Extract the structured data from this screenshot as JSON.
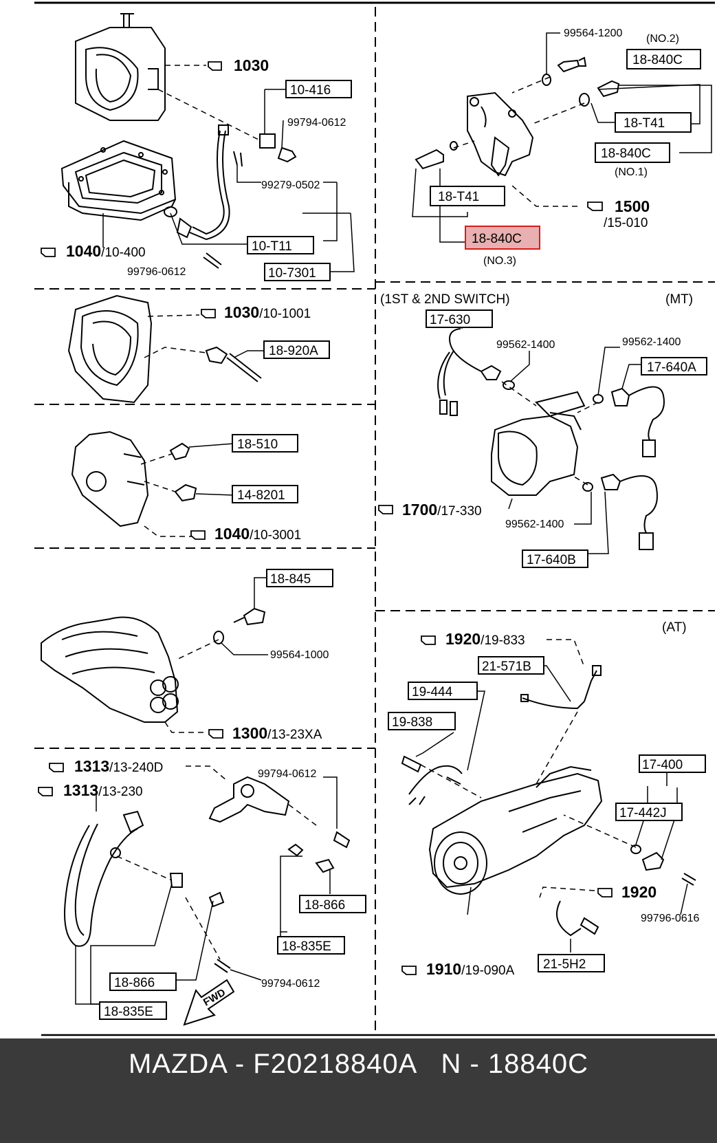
{
  "footer": {
    "text": "MAZDA - F20218840A   N - 18840C"
  },
  "colors": {
    "highlight_fill": "#e8b0b0",
    "highlight_stroke": "#d81b1b",
    "footer_bg": "#3a3a3a"
  },
  "callouts": {
    "c1030_top": "1030",
    "c1040_top": "1040",
    "c1040_top_sub": "/10-400",
    "c1500": "1500",
    "c1500_sub": "/15-010",
    "c1030_mid": "1030",
    "c1030_mid_sub": "/10-1001",
    "c1040_mid": "1040",
    "c1040_mid_sub": "/10-3001",
    "c1700": "1700",
    "c1700_sub": "/17-330",
    "c1300": "1300",
    "c1300_sub": "/13-23XA",
    "c1920_top": "1920",
    "c1920_top_sub": "/19-833",
    "c1313_a": "1313",
    "c1313_a_sub": "/13-240D",
    "c1313_b": "1313",
    "c1313_b_sub": "/13-230",
    "c1920_low": "1920",
    "c1910": "1910",
    "c1910_sub": "/19-090A"
  },
  "boxes": {
    "b10_416": "10-416",
    "b10_t11": "10-T11",
    "b10_7301": "10-7301",
    "b18_840c_no2": "18-840C",
    "b18_t41_r": "18-T41",
    "b18_840c_no1": "18-840C",
    "b18_t41_l": "18-T41",
    "b18_840c_no3": "18-840C",
    "b18_920a": "18-920A",
    "b18_510": "18-510",
    "b14_8201": "14-8201",
    "b17_630": "17-630",
    "b17_640a": "17-640A",
    "b17_640b": "17-640B",
    "b18_845": "18-845",
    "b21_571b": "21-571B",
    "b19_444": "19-444",
    "b19_838": "19-838",
    "b17_400": "17-400",
    "b17_442j": "17-442J",
    "b21_5h2": "21-5H2",
    "b18_866_a": "18-866",
    "b18_835e_a": "18-835E",
    "b18_866_b": "18-866",
    "b18_835e_b": "18-835E"
  },
  "part_numbers": {
    "p99794_0612_a": "99794-0612",
    "p99279_0502": "99279-0502",
    "p99796_0612": "99796-0612",
    "p99564_1200": "99564-1200",
    "p99562_1400_a": "99562-1400",
    "p99562_1400_b": "99562-1400",
    "p99562_1400_c": "99562-1400",
    "p99564_1000": "99564-1000",
    "p99794_0612_b": "99794-0612",
    "p99794_0612_c": "99794-0612",
    "p99796_0616": "99796-0616"
  },
  "notes": {
    "no2": "(NO.2)",
    "no1": "(NO.1)",
    "no3": "(NO.3)"
  },
  "headers": {
    "switch": "(1ST & 2ND SWITCH)",
    "mt": "(MT)",
    "at": "(AT)"
  },
  "misc": {
    "fwd": "FWD"
  }
}
